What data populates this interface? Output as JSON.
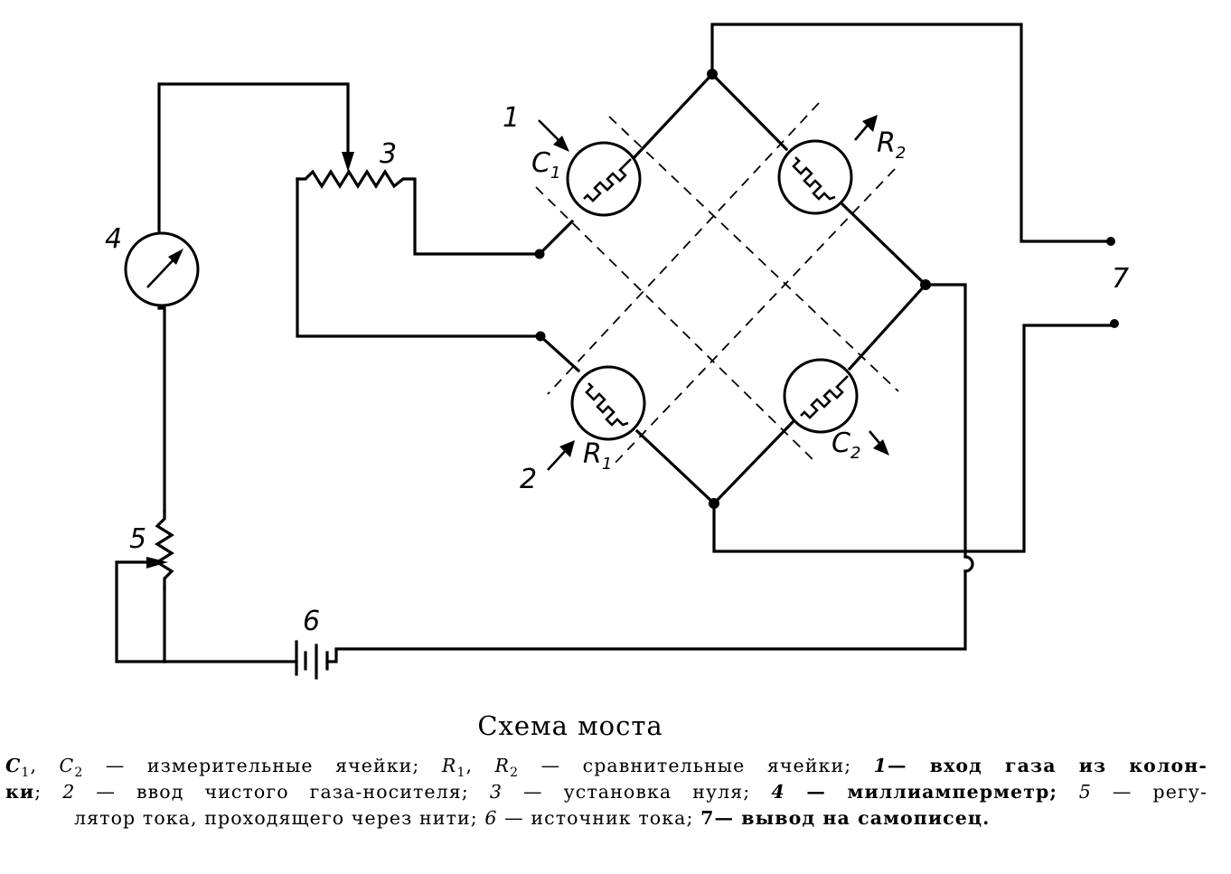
{
  "labels": {
    "1": "1",
    "2": "2",
    "3": "3",
    "4": "4",
    "5": "5",
    "6": "6",
    "7": "7"
  },
  "cells": {
    "c1": {
      "letter": "C",
      "sub": "1"
    },
    "c2": {
      "letter": "C",
      "sub": "2"
    },
    "r1": {
      "letter": "R",
      "sub": "1"
    },
    "r2": {
      "letter": "R",
      "sub": "2"
    }
  },
  "caption": {
    "title": "Схема моста",
    "legend": [
      [
        {
          "t": "C",
          "s": "ib"
        },
        {
          "t": "1",
          "s": "sub"
        },
        {
          "t": ", ",
          "s": ""
        },
        {
          "t": "C",
          "s": "i"
        },
        {
          "t": "2",
          "s": "sub"
        },
        {
          "t": " — измерительные ячейки; ",
          "s": ""
        },
        {
          "t": "R",
          "s": "i"
        },
        {
          "t": "1",
          "s": "sub"
        },
        {
          "t": ", ",
          "s": ""
        },
        {
          "t": "R",
          "s": "i"
        },
        {
          "t": "2",
          "s": "sub"
        },
        {
          "t": " — сравнительные ячейки; ",
          "s": ""
        },
        {
          "t": "1",
          "s": "ib"
        },
        {
          "t": "— вход газа из колон-",
          "s": "b"
        }
      ],
      [
        {
          "t": "ки",
          "s": "b"
        },
        {
          "t": "; ",
          "s": ""
        },
        {
          "t": "2",
          "s": "i"
        },
        {
          "t": " — ввод чистого газа-носителя; ",
          "s": ""
        },
        {
          "t": "3",
          "s": "i"
        },
        {
          "t": " — установка нуля; ",
          "s": ""
        },
        {
          "t": "4",
          "s": "ib"
        },
        {
          "t": " — миллиамперметр; ",
          "s": "b"
        },
        {
          "t": "5",
          "s": "i"
        },
        {
          "t": " — регу-",
          "s": ""
        }
      ],
      [
        {
          "t": "лятор тока, проходящего через нити; ",
          "s": ""
        },
        {
          "t": "6",
          "s": "i"
        },
        {
          "t": " — источник тока; ",
          "s": ""
        },
        {
          "t": "7",
          "s": "b"
        },
        {
          "t": "— вывод на самописец.",
          "s": "b"
        }
      ]
    ]
  }
}
